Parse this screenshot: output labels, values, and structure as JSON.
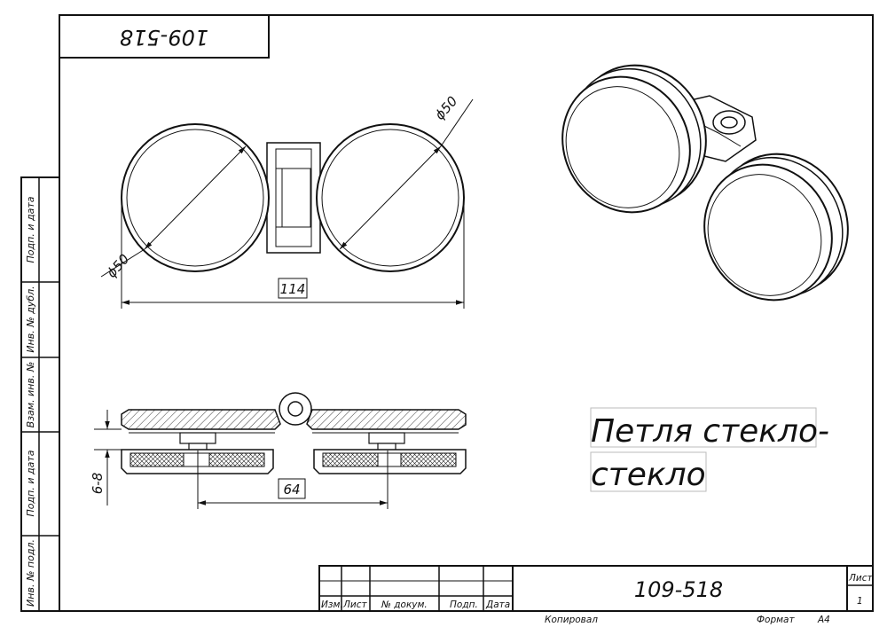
{
  "drawing": {
    "code": "109-518",
    "mirrored_code": "109-518",
    "title_line1": "Петля стекло-",
    "title_line2": "стекло"
  },
  "dimensions": {
    "diameter_left": "ϕ50",
    "diameter_right": "ϕ50",
    "overall_width": "114",
    "hole_spacing": "64",
    "glass_thickness": "6-8"
  },
  "side_stamp": {
    "podp_i_data_top": "Подп. и дата",
    "inv_dubl": "Инв. № дубл.",
    "vzam_inv": "Взам. инв. №",
    "podp_i_data_bottom": "Подп. и дата",
    "inv_podl": "Инв. № подл."
  },
  "title_block": {
    "col_izm": "Изм.",
    "col_list": "Лист",
    "col_docum": "№ докум.",
    "col_podp": "Подп.",
    "col_data": "Дата",
    "sheet_label": "Лист",
    "sheet_number": "1",
    "copied_by": "Копировал",
    "format_label": "Формат",
    "format_value": "A4"
  }
}
